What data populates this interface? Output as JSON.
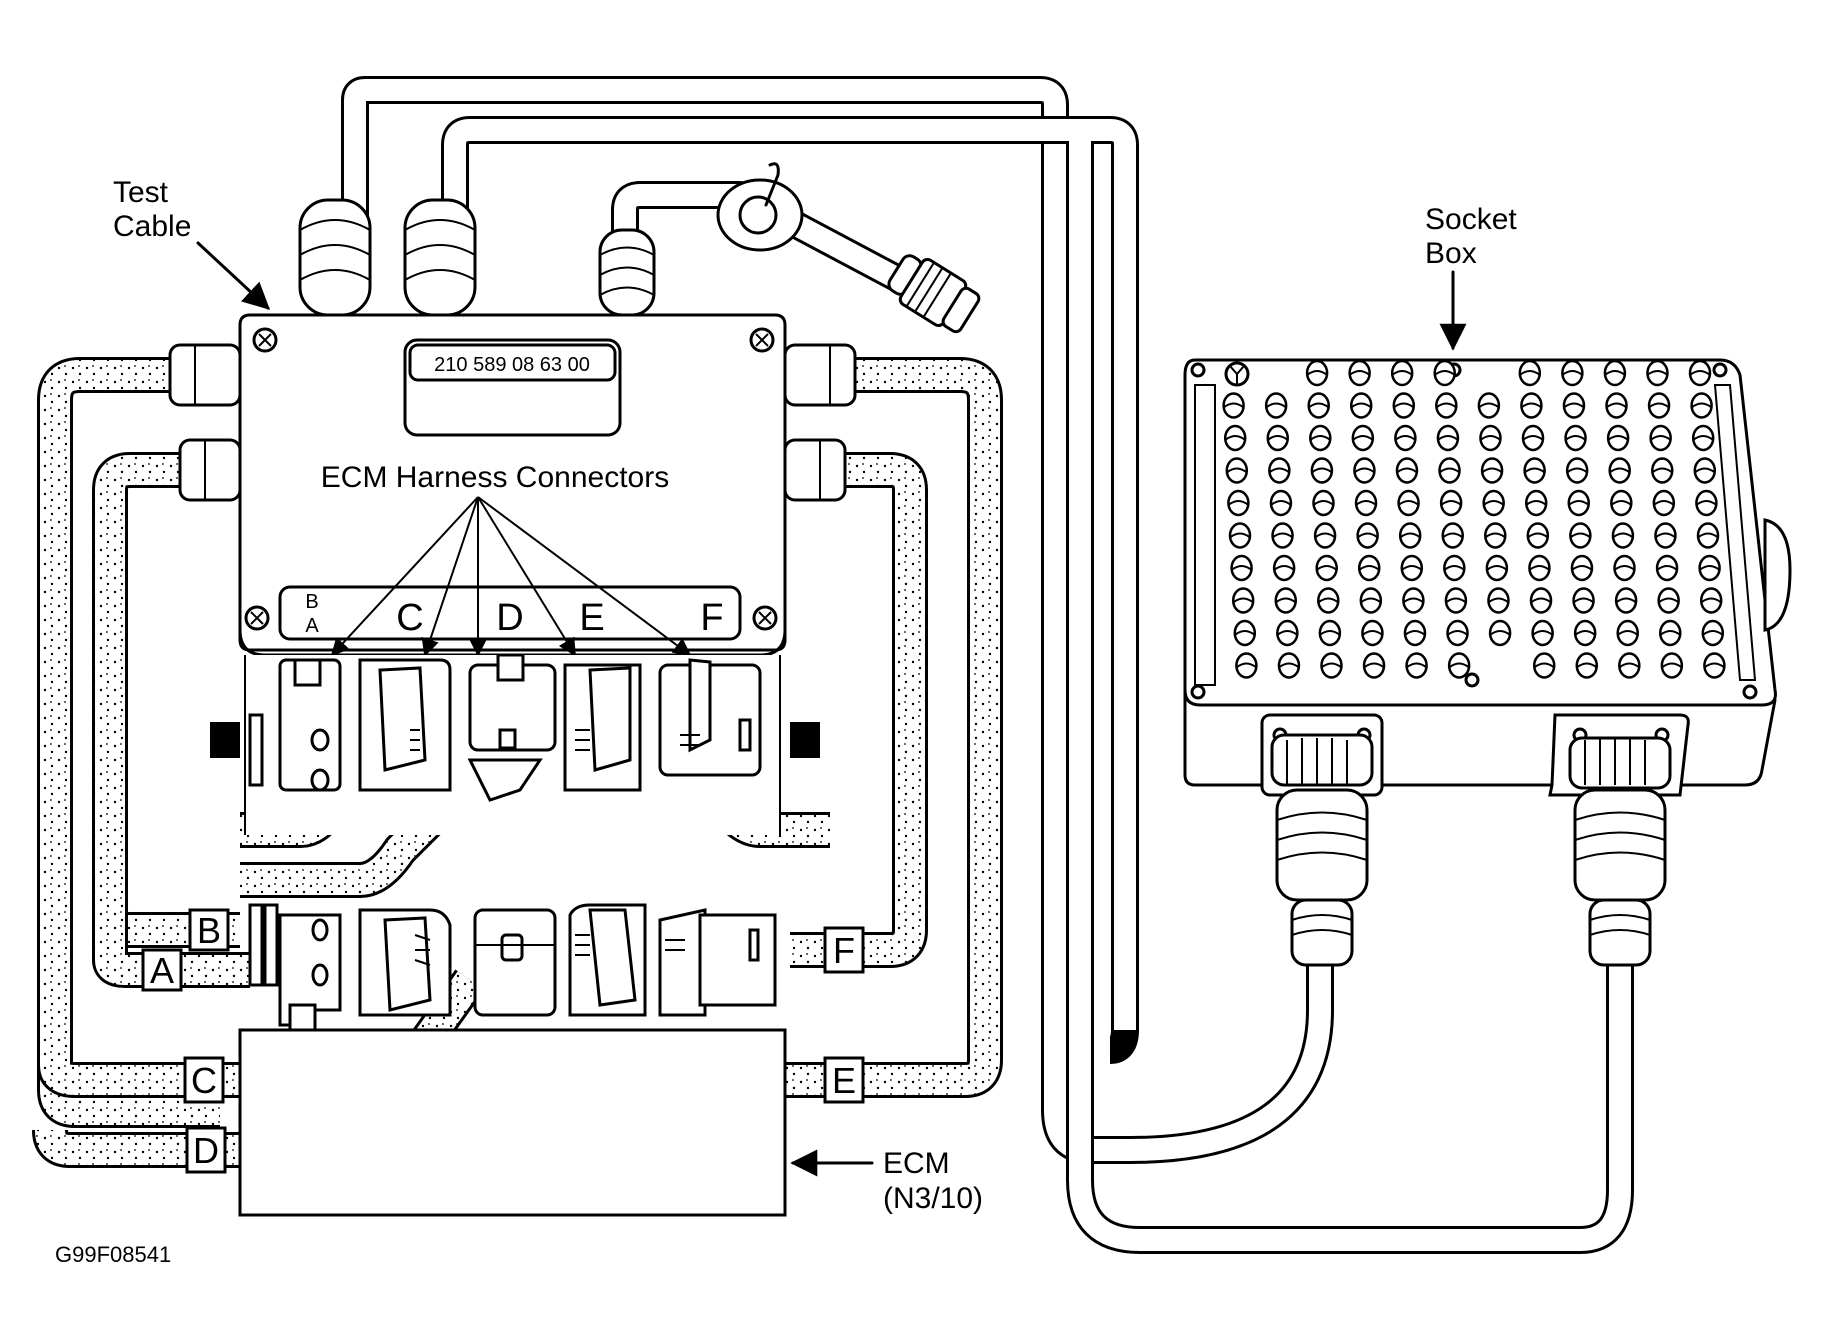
{
  "figure_id": "G99F08541",
  "labels": {
    "test_cable": [
      "Test",
      "Cable"
    ],
    "socket_box": [
      "Socket",
      "Box"
    ],
    "ecm": [
      "ECM",
      "(N3/10)"
    ],
    "ecm_harness_connectors": "ECM Harness Connectors"
  },
  "test_cable_part_number": "210 589 08 63 00",
  "test_cable_connector_strip": {
    "stacked": [
      "B",
      "A"
    ],
    "letters": [
      "C",
      "D",
      "E",
      "F"
    ]
  },
  "harness_tags": [
    "A",
    "B",
    "C",
    "D",
    "E",
    "F"
  ],
  "socket_box": {
    "columns": 12,
    "rows": 9
  }
}
